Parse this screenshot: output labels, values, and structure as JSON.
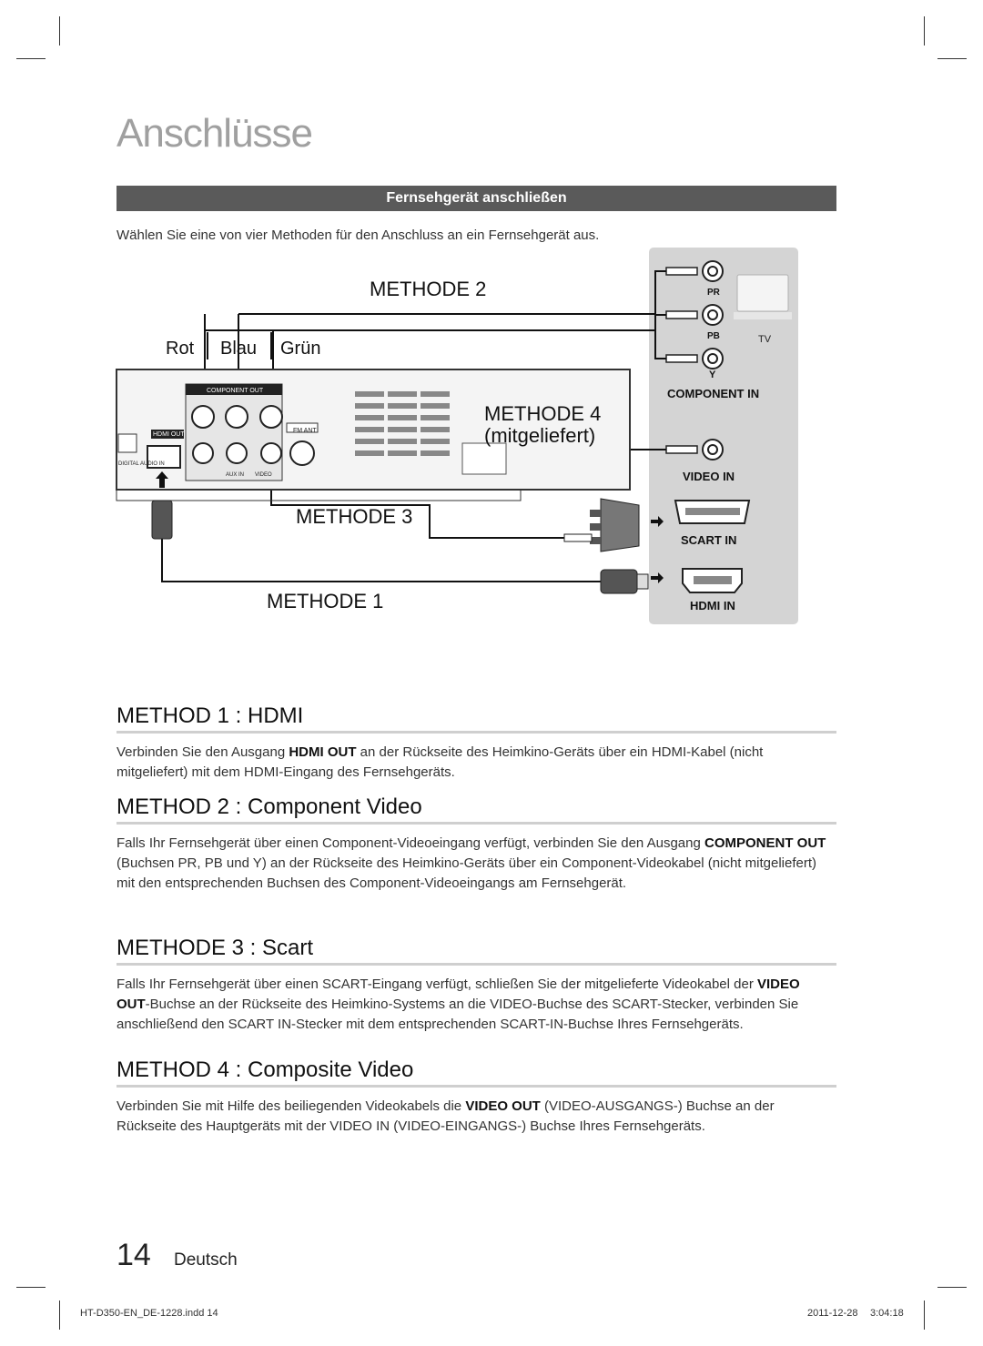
{
  "page": {
    "title": "Anschlüsse",
    "section_header": "Fernsehgerät anschließen",
    "intro": "Wählen Sie eine von vier Methoden für den Anschluss an ein Fernsehgerät aus."
  },
  "diagram": {
    "methode2": "METHODE 2",
    "methode3": "METHODE 3",
    "methode4": "METHODE 4",
    "mitgeliefert": "(mitgeliefert)",
    "methode1": "METHODE 1",
    "rot": "Rot",
    "blau": "Blau",
    "gruen": "Grün",
    "tv": "TV",
    "pr": "PR",
    "pb": "PB",
    "y": "Y",
    "component_in": "COMPONENT  IN",
    "video_in": "VIDEO  IN",
    "scart_in": "SCART IN",
    "hdmi_in": "HDMI IN",
    "component_out": "COMPONENT OUT",
    "hdmi_out": "HDMI OUT",
    "fm_ant": "FM ANT",
    "digital_audio_in": "DIGITAL AUDIO IN",
    "aux_in": "AUX IN",
    "video_out_small": "VIDEO"
  },
  "methods": [
    {
      "title": "METHOD 1 : HDMI",
      "text_parts": [
        "Verbinden Sie den Ausgang ",
        "HDMI OUT",
        " an der Rückseite des Heimkino-Geräts über ein HDMI-Kabel (nicht mitgeliefert) mit dem HDMI-Eingang des Fernsehgeräts."
      ]
    },
    {
      "title": "METHOD 2 : Component Video",
      "text_parts": [
        "Falls Ihr Fernsehgerät über einen Component-Videoeingang verfügt, verbinden Sie den Ausgang ",
        "COMPONENT OUT",
        " (Buchsen PR, PB und Y) an der Rückseite des Heimkino-Geräts über ein Component-Videokabel (nicht mitgeliefert) mit den entsprechenden Buchsen des Component-Videoeingangs am Fernsehgerät."
      ]
    },
    {
      "title": "METHODE  3 : Scart",
      "text_parts": [
        "Falls Ihr Fernsehgerät über einen SCART-Eingang verfügt, schließen Sie der mitgelieferte Videokabel der ",
        "VIDEO OUT",
        "-Buchse an der Rückseite des Heimkino-Systems an die VIDEO-Buchse des SCART-Stecker, verbinden Sie anschließend den SCART IN-Stecker mit dem entsprechenden SCART-IN-Buchse Ihres Fernsehgeräts."
      ]
    },
    {
      "title": "METHOD 4 : Composite Video",
      "text_parts": [
        "Verbinden Sie mit Hilfe des beiliegenden Videokabels die ",
        "VIDEO OUT",
        " (VIDEO-AUSGANGS-) Buchse an der Rückseite des Hauptgeräts mit der VIDEO IN (VIDEO-EINGANGS-) Buchse Ihres Fernsehgeräts."
      ]
    }
  ],
  "footer": {
    "page_number": "14",
    "language": "Deutsch",
    "file": "HT-D350-EN_DE-1228.indd   14",
    "date": "2011-12-28",
    "time": "3:04:18"
  },
  "colors": {
    "section_bar": "#5a5a5a",
    "tv_panel": "#d4d4d4",
    "title_gray": "#a0a0a0"
  }
}
